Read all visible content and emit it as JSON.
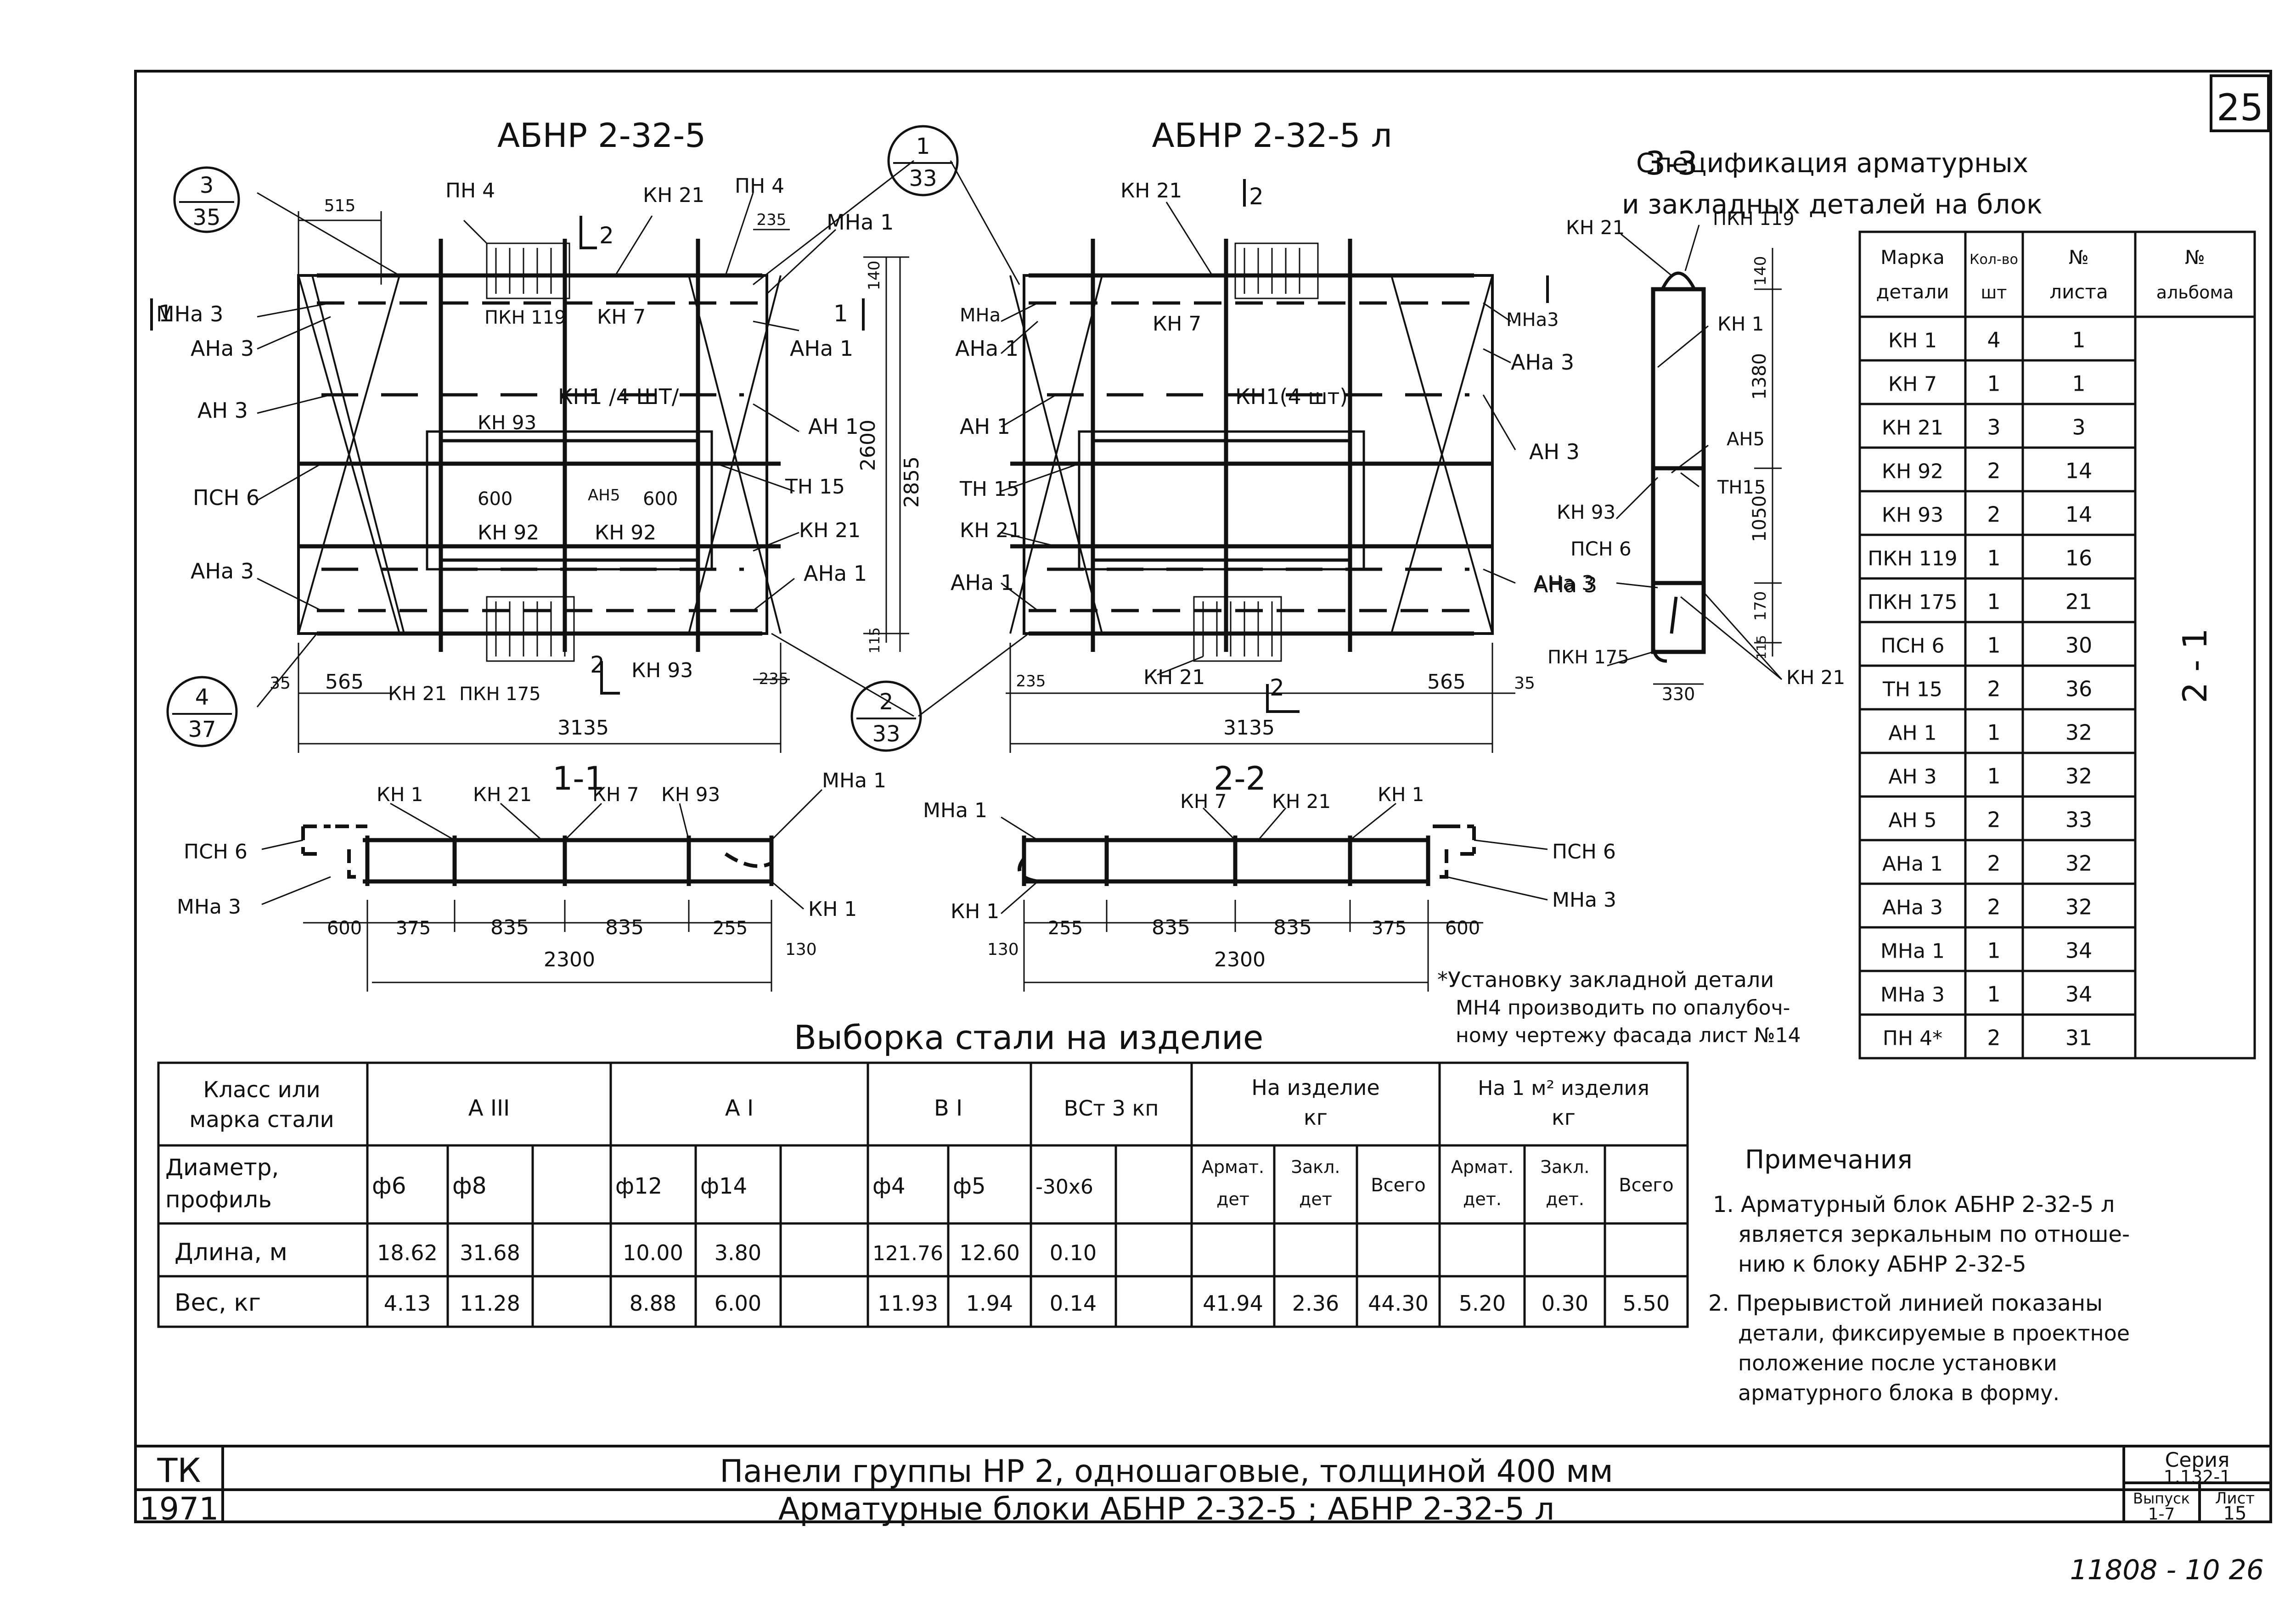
{
  "sheet_number": "25",
  "views": {
    "left_title": "АБНР 2-32-5",
    "right_title": "АБНР 2-32-5 л",
    "section_33": "3-3",
    "section_11": "1-1",
    "section_22": "2-2"
  },
  "callouts": {
    "c1": {
      "top": "3",
      "bottom": "35"
    },
    "c2": {
      "top": "1",
      "bottom": "33"
    },
    "c3": {
      "top": "4",
      "bottom": "37"
    },
    "c4": {
      "top": "2",
      "bottom": "33"
    }
  },
  "cut_marks": {
    "one": "1",
    "two": "2"
  },
  "left_labels": {
    "mna3": "МНа 3",
    "ana3": "АНа 3",
    "an3": "АН 3",
    "psn6": "ПСН 6",
    "ana3b": "АНа 3",
    "pn4a": "ПН 4",
    "kn21": "КН 21",
    "pn4b": "ПН 4",
    "mna1": "МНа 1",
    "pkn119": "ПКН 119",
    "kn7": "КН 7",
    "kn1": "КН1 /4 ШТ/",
    "kn93": "КН 93",
    "an1": "АН 1",
    "ana1": "АНа 1",
    "th15": "ТН 15",
    "kn21b": "КН 21",
    "ana1b": "АНа 1",
    "an5": "АН5",
    "kn92a": "КН 92",
    "kn92b": "КН 92",
    "d600a": "600",
    "d600b": "600",
    "kn21c": "КН 21",
    "pkn175": "ПКН 175",
    "kn93b": "КН 93"
  },
  "left_dims": {
    "d515": "515",
    "d235": "235",
    "d140": "140",
    "d2600": "2600",
    "d2855": "2855",
    "d115": "115",
    "d35": "35",
    "d565": "565",
    "d235b": "235",
    "d3135": "3135"
  },
  "right_labels": {
    "kn21": "КН 21",
    "mna": "МНа",
    "ana1": "АНа 1",
    "an1": "АН 1",
    "th15": "ТН 15",
    "kn21b": "КН 21",
    "ana1b": "АНа 1",
    "kn7": "КН 7",
    "kn1": "КН1(4 шт)",
    "mna3": "МНа3",
    "ana3": "АНа 3",
    "an3": "АН 3",
    "ana3b": "АНа 3",
    "kn21c": "КН 21"
  },
  "right_dims": {
    "d235": "235",
    "d3135": "3135",
    "d565": "565",
    "d35": "35"
  },
  "sec33_labels": {
    "kn21": "КН 21",
    "pkn119": "ПКН 119",
    "kn1": "КН 1",
    "an5": "АН5",
    "th15": "ТН15",
    "kn93": "КН 93",
    "psn6": "ПСН 6",
    "ana3": "АНа 3",
    "pkn175": "ПКН 175",
    "kn21b": "КН 21"
  },
  "sec33_dims": {
    "d140": "140",
    "d1380": "1380",
    "d1050": "1050",
    "d170": "170",
    "d115": "115",
    "d330": "330"
  },
  "sec11": {
    "kn1": "КН 1",
    "kn21": "КН 21",
    "kn7": "КН 7",
    "kn93": "КН 93",
    "mna1": "МНа 1",
    "psn6": "ПСН 6",
    "mna3": "МНа 3",
    "kn1b": "КН 1",
    "dims": [
      "600",
      "375",
      "835",
      "835",
      "255"
    ],
    "d130": "130",
    "total": "2300"
  },
  "sec22": {
    "mna1": "МНа 1",
    "kn7": "КН 7",
    "kn21": "КН 21",
    "kn1": "КН 1",
    "psn6": "ПСН 6",
    "mna3": "МНа 3",
    "kn1b": "КН 1",
    "dims": [
      "255",
      "835",
      "835",
      "375",
      "600"
    ],
    "d130": "130",
    "total": "2300"
  },
  "footnote": [
    "*Установку закладной детали",
    "МН4 производить по опалубоч-",
    "ному чертежу фасада лист №14"
  ],
  "spec": {
    "title_line1": "Спецификация арматурных",
    "title_line2": "и закладных деталей на блок",
    "headers": [
      [
        "Марка",
        "детали"
      ],
      [
        "Кол-во",
        "шт"
      ],
      [
        "№",
        "листа"
      ],
      [
        "№",
        "альбома"
      ]
    ],
    "rows": [
      [
        "КН 1",
        "4",
        "1"
      ],
      [
        "КН 7",
        "1",
        "1"
      ],
      [
        "КН 21",
        "3",
        "3"
      ],
      [
        "КН 92",
        "2",
        "14"
      ],
      [
        "КН 93",
        "2",
        "14"
      ],
      [
        "ПКН 119",
        "1",
        "16"
      ],
      [
        "ПКН 175",
        "1",
        "21"
      ],
      [
        "ПСН 6",
        "1",
        "30"
      ],
      [
        "ТН 15",
        "2",
        "36"
      ],
      [
        "АН 1",
        "1",
        "32"
      ],
      [
        "АН 3",
        "1",
        "32"
      ],
      [
        "АН 5",
        "2",
        "33"
      ],
      [
        "АНа 1",
        "2",
        "32"
      ],
      [
        "АНа 3",
        "2",
        "32"
      ],
      [
        "МНа 1",
        "1",
        "34"
      ],
      [
        "МНа 3",
        "1",
        "34"
      ],
      [
        "ПН 4*",
        "2",
        "31"
      ]
    ],
    "album": "2 - 1"
  },
  "steel": {
    "title": "Выборка стали на изделие",
    "header_row": [
      "Класс или",
      "марка стали",
      "А III",
      "А I",
      "В I",
      "ВСт 3 кп",
      "На изделие",
      "кг",
      "На 1 м² изделия",
      "кг"
    ],
    "diam_label": [
      "Диаметр,",
      "профиль"
    ],
    "diams": [
      "ф6",
      "ф8",
      "ф12",
      "ф14",
      "ф4",
      "ф5",
      "-30х6"
    ],
    "sub": [
      [
        "Армат.",
        "дет"
      ],
      [
        "Закл.",
        "дет"
      ],
      "Всего",
      [
        "Армат.",
        "дет."
      ],
      [
        "Закл.",
        "дет."
      ],
      "Всего"
    ],
    "length_label": "Длина, м",
    "lengths": [
      "18.62",
      "31.68",
      "10.00",
      "3.80",
      "121.76",
      "12.60",
      "0.10"
    ],
    "weight_label": "Вес, кг",
    "weights": [
      "4.13",
      "11.28",
      "8.88",
      "6.00",
      "11.93",
      "1.94",
      "0.14"
    ],
    "totals": [
      "41.94",
      "2.36",
      "44.30",
      "5.20",
      "0.30",
      "5.50"
    ]
  },
  "notes": {
    "title": "Примечания",
    "n1": [
      "1. Арматурный блок АБНР 2-32-5 л",
      "является зеркальным по отноше-",
      "нию к блоку АБНР 2-32-5"
    ],
    "n2": [
      "2. Прерывистой линией показаны",
      "детали, фиксируемые в проектное",
      "положение после установки",
      "арматурного блока в форму."
    ]
  },
  "title_block": {
    "tk": "ТК",
    "year": "1971",
    "line1": "Панели группы НР 2, одношаговые, толщиной 400 мм",
    "line2": "Арматурные блоки АБНР 2-32-5 ; АБНР 2-32-5 л",
    "series_label": "Серия",
    "series_value": "1.132-1",
    "issue_label": "Выпуск",
    "issue_value": "1-7",
    "sheet_label": "Лист",
    "sheet_value": "15"
  },
  "archive_number": "11808 - 10   26"
}
